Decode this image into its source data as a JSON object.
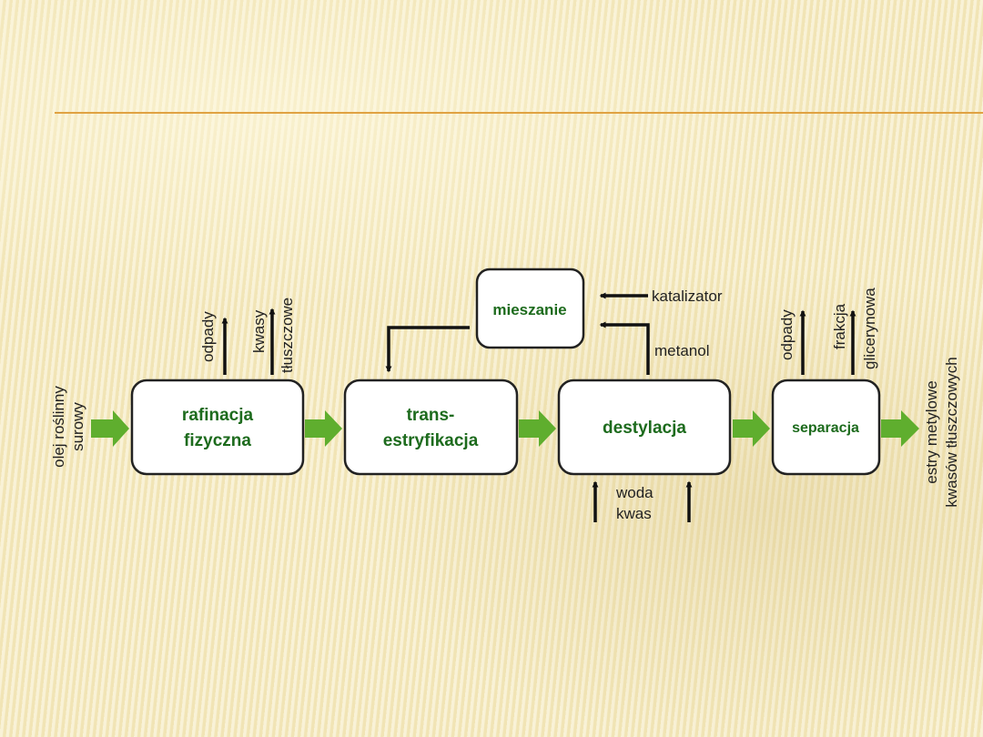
{
  "colors": {
    "accent_line": "#e0a242",
    "box_text": "#1d6b1d",
    "flow_arrow": "#5fae2e",
    "side_arrow": "#111111"
  },
  "diagram": {
    "boxes": {
      "rafinacja": [
        "rafinacja",
        "fizyczna"
      ],
      "transestryfikacja": [
        "trans-",
        "estryfikacja"
      ],
      "destylacja": [
        "destylacja"
      ],
      "separacja": [
        "separacja"
      ],
      "mieszanie": [
        "mieszanie"
      ]
    },
    "labels": {
      "input": [
        "olej roślinny",
        "surowy"
      ],
      "output": [
        "estry metylowe",
        "kwasów tłuszczowych"
      ],
      "rafinacja_out1": "odpady",
      "rafinacja_out2": [
        "kwasy",
        "tłuszczowe"
      ],
      "katalizator": "katalizator",
      "metanol": "metanol",
      "destylacja_in": [
        "woda",
        "kwas"
      ],
      "separacja_out1": "odpady",
      "separacja_out2": [
        "frakcja",
        "glicerynowa"
      ]
    }
  }
}
